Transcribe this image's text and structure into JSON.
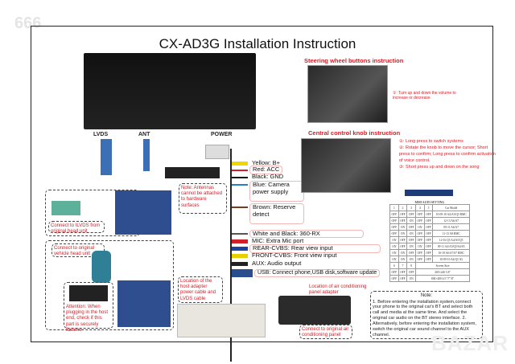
{
  "watermark_top": "666",
  "watermark_bottom": "BAZAR",
  "title": "CX-AD3G Installation Instruction",
  "unit_ports": {
    "lvds": "LVDS",
    "ant": "ANT",
    "power": "POWER"
  },
  "notes": {
    "antennas": "Note: Antennas cannot be attached to hardware surfaces",
    "lvds_from": "Connect to ILVDS from original head unit",
    "vehicle_head": "Connect to original vehicle head unit",
    "attention": "Attention: When plugging in the host end, check if this part is securely fastene",
    "host_adapter": "Location of the host adapter power cable and LVDS cable",
    "ac_location": "Location of air conditioning panel adapter",
    "ac_connect": "Connect to original air conditioning panel"
  },
  "wires": [
    {
      "label": "Yellow: B+",
      "color": "#f2d600"
    },
    {
      "label": "Red: ACC",
      "color": "#d0202a"
    },
    {
      "label": "Black: GND",
      "color": "#111111"
    },
    {
      "label": "Blue: Camera power supply",
      "color": "#2a7fc0"
    },
    {
      "label": "Brown: Reserve detect",
      "color": "#7a3b1c"
    },
    {
      "label": "White and Black: 360-RX",
      "color": "#555555"
    },
    {
      "label": "MIC: Extra Mic port",
      "color": "#d0202a"
    },
    {
      "label": "REAR-CVBS: Rear view input",
      "color": "#1f3fa0"
    },
    {
      "label": "FRONT-CVBS: Front view input",
      "color": "#e8d000"
    },
    {
      "label": "AUX: Audio output",
      "color": "#222222"
    },
    {
      "label": "USB: Connect phone,USB disk,software update",
      "color": "#2a4d8f"
    }
  ],
  "steering": {
    "title": "Steering wheel buttons instruction",
    "text": "①: Turn up and down the volume to increase or decrease"
  },
  "knob": {
    "title": "Central control knob instruction",
    "items": [
      "①: Long press to switch systems",
      "②: Rotate the knob to move the cursor; Short press to confirm; Long press to confirm activation of voice control.",
      "③: Short press up and down on the song"
    ]
  },
  "dip_table": {
    "title": "MMI AUDI SETTING",
    "header": [
      "1",
      "2",
      "3",
      "4",
      "5",
      "Car Model"
    ],
    "rows": [
      [
        "OFF",
        "OFF",
        "OFF",
        "OFF",
        "OFF",
        "10-09-10 A4/A5/Q5 RMC"
      ],
      [
        "OFF",
        "OFF",
        "ON",
        "OFF",
        "OFF",
        "12-13 A6/A7"
      ],
      [
        "OFF",
        "ON",
        "OFF",
        "ON",
        "OFF",
        "09-11 A6/A7"
      ],
      [
        "OFF",
        "ON",
        "ON",
        "OFF",
        "OFF",
        "11-13 A8 RMC"
      ],
      [
        "ON",
        "OFF",
        "OFF",
        "OFF",
        "OFF",
        "12-16 Q5 A4/A5/Q5"
      ],
      [
        "ON",
        "OFF",
        "ON",
        "ON",
        "OFF",
        "09-11 A4/A5/Q5/S4/S5"
      ],
      [
        "ON",
        "ON",
        "OFF",
        "OFF",
        "OFF",
        "16-18 A6/A7/S7 RMC"
      ],
      [
        "ON",
        "ON",
        "ON",
        "OFF",
        "OFF",
        "10-09-10 A4/Q5 3G"
      ]
    ],
    "header2": [
      "6",
      "7",
      "8",
      "Screen Size"
    ],
    "rows2": [
      [
        "OFF",
        "OFF",
        "OFF",
        "400×240 5.8\""
      ],
      [
        "OFF",
        "OFF",
        "ON",
        "800×480 6.5\"/7\"/8\""
      ]
    ]
  },
  "final_note": {
    "title": "Note:",
    "text": "1. Before entering the installation system,connect your phone to the original car's BT and select both call and media at the same time. And select the original car audio on the BT stereo interface. 2. Alternatively, before entering the installation system, switch the original car sound channel to the AUX channel."
  }
}
